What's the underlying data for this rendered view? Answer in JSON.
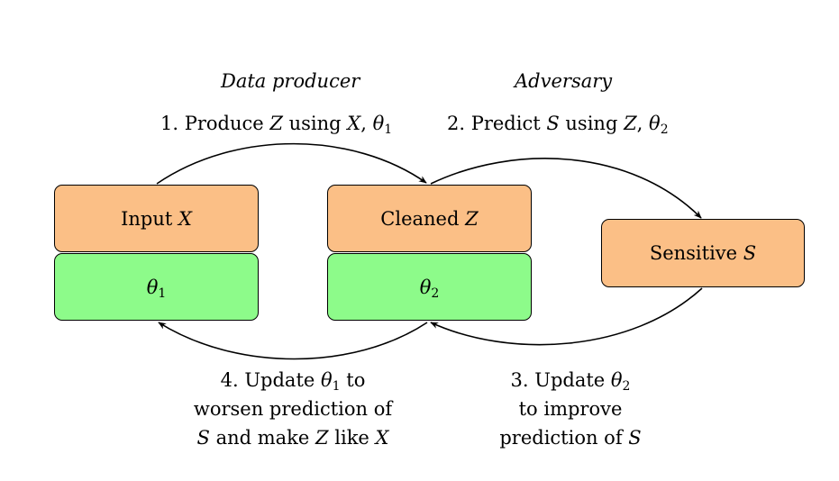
{
  "colors": {
    "io_box": "#FBBF86",
    "param_box": "#8DFB8A"
  },
  "headers": {
    "producer": "Data producer",
    "adversary": "Adversary"
  },
  "steps": {
    "step1": {
      "text": "1. Produce ",
      "v1": "Z",
      "mid": " using ",
      "v2": "X",
      "sep": ", ",
      "v3": "θ",
      "sub": "1"
    },
    "step2": {
      "text": "2. Predict ",
      "v1": "S",
      "mid": " using ",
      "v2": "Z",
      "sep": ", ",
      "v3": "θ",
      "sub": "2"
    },
    "step3": {
      "line1_text": "3. Update ",
      "line1_var": "θ",
      "line1_sub": "2",
      "line2": "to improve",
      "line3_text": "prediction of ",
      "line3_var": "S"
    },
    "step4": {
      "line1_text": "4. Update ",
      "line1_var": "θ",
      "line1_sub": "1",
      "line1_tail": " to",
      "line2": "worsen prediction of",
      "line3_v1": "S",
      "line3_mid": " and make ",
      "line3_v2": "Z",
      "line3_mid2": " like ",
      "line3_v3": "X"
    }
  },
  "boxes": {
    "input": {
      "text": "Input ",
      "var": "X"
    },
    "theta1": {
      "var": "θ",
      "sub": "1"
    },
    "cleaned": {
      "text": "Cleaned ",
      "var": "Z"
    },
    "theta2": {
      "var": "θ",
      "sub": "2"
    },
    "sensitive": {
      "text": "Sensitive ",
      "var": "S"
    }
  }
}
